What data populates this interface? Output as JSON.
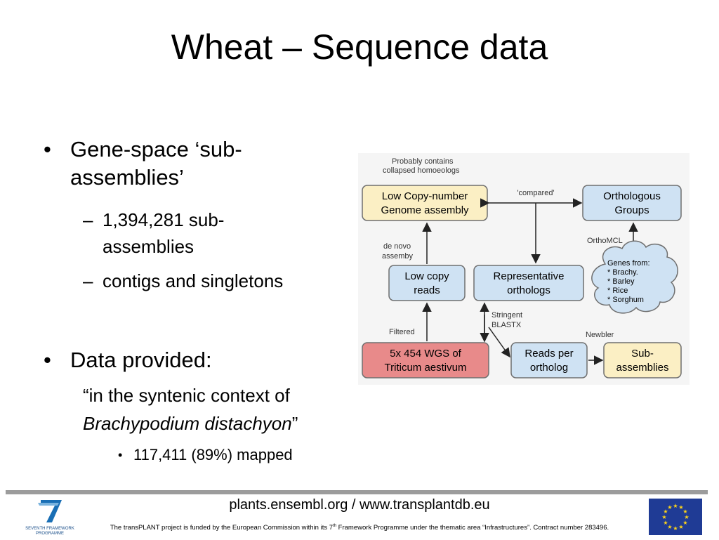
{
  "title": "Wheat – Sequence data",
  "bullets": [
    {
      "text_l1": "Gene-space ‘sub-",
      "text_l2": "assemblies’"
    },
    {
      "text_l1": "Data provided:"
    }
  ],
  "sub_bullets": [
    {
      "l1": "1,394,281 sub-",
      "l2": "assemblies"
    },
    {
      "l1": "contigs and singletons"
    }
  ],
  "quote": {
    "l1": "“in the syntenic context of",
    "l2_italic": "Brachypodium distachyon",
    "l2_end": "”"
  },
  "third_bullet": "117,411 (89%) mapped",
  "diagram": {
    "note_top_l1": "Probably contains",
    "note_top_l2": "collapsed homoeologs",
    "compared": "'compared'",
    "box_lowcopy_l1": "Low Copy-number",
    "box_lowcopy_l2": "Genome assembly",
    "box_ortho_l1": "Orthologous",
    "box_ortho_l2": "Groups",
    "orthomcl": "OrthoMCL",
    "denovo_l1": "de novo",
    "denovo_l2": "assemby",
    "box_reads_l1": "Low copy",
    "box_reads_l2": "reads",
    "box_rep_l1": "Representative",
    "box_rep_l2": "orthologs",
    "cloud_l1": "Genes from:",
    "cloud_l2": "* Brachy.",
    "cloud_l3": "* Barley",
    "cloud_l4": "* Rice",
    "cloud_l5": "* Sorghum",
    "stringent_l1": "Stringent",
    "stringent_l2": "BLASTX",
    "filtered": "Filtered",
    "newbler": "Newbler",
    "box_wgs_l1": "5x 454 WGS of",
    "box_wgs_l2": "Triticum aestivum",
    "box_readsper_l1": "Reads per",
    "box_readsper_l2": "ortholog",
    "box_sub_l1": "Sub-",
    "box_sub_l2": "assemblies",
    "colors": {
      "yellow": "#fbefc4",
      "blue": "#cfe2f3",
      "red": "#e88a8a"
    }
  },
  "footer": {
    "url": "plants.ensembl.org / www.transplantdb.eu",
    "note_a": "The transPLANT project is funded by the European Commission within its 7",
    "note_sup": "th",
    "note_b": " Framework Programme under the thematic area “Infrastructures”. Contract number 283496.",
    "fp7_l1": "SEVENTH FRAMEWORK",
    "fp7_l2": "PROGRAMME"
  }
}
